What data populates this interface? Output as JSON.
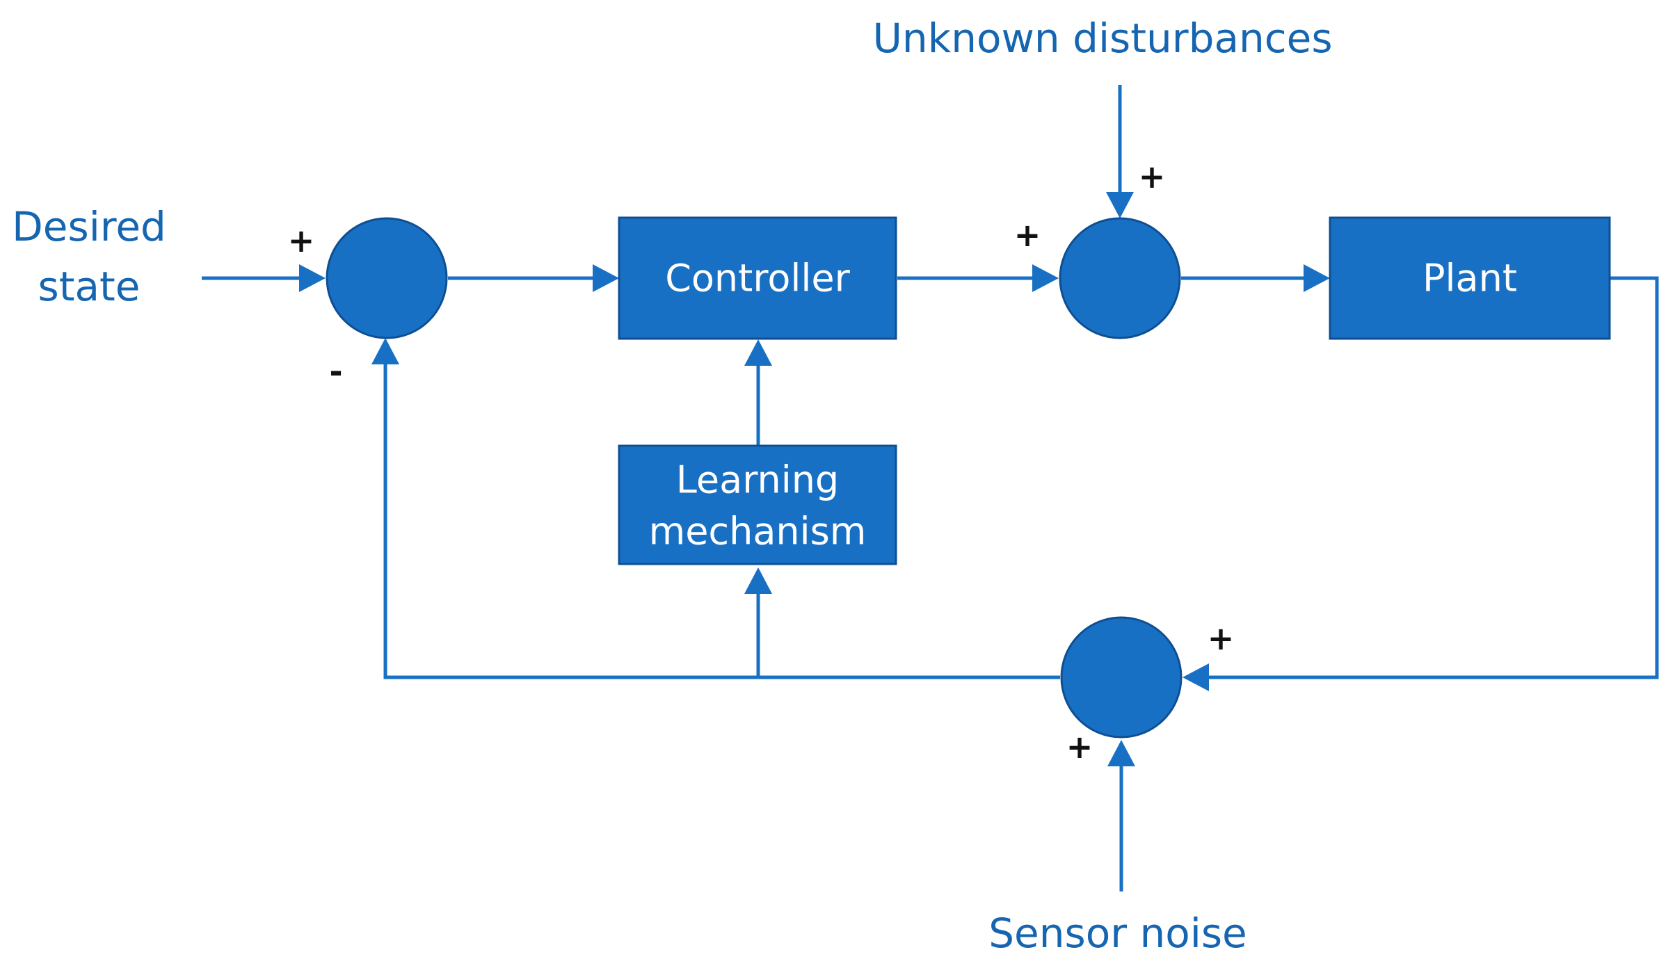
{
  "labels": {
    "desired_state": [
      "Desired",
      "state"
    ],
    "unknown_disturbances": "Unknown disturbances",
    "sensor_noise": "Sensor noise"
  },
  "blocks": {
    "controller": "Controller",
    "plant": "Plant",
    "learning_mechanism": [
      "Learning",
      "mechanism"
    ]
  },
  "signs": {
    "sum1_input": "+",
    "sum1_feedback": "-",
    "sum2_controller": "+",
    "sum2_disturbance": "+",
    "sum3_plant": "+",
    "sum3_noise": "+"
  },
  "colors": {
    "accent": "#1870C4",
    "block_stroke": "#0E4F93",
    "label_text": "#1565B0",
    "block_text": "#FFFFFF",
    "sign_text": "#111111"
  }
}
